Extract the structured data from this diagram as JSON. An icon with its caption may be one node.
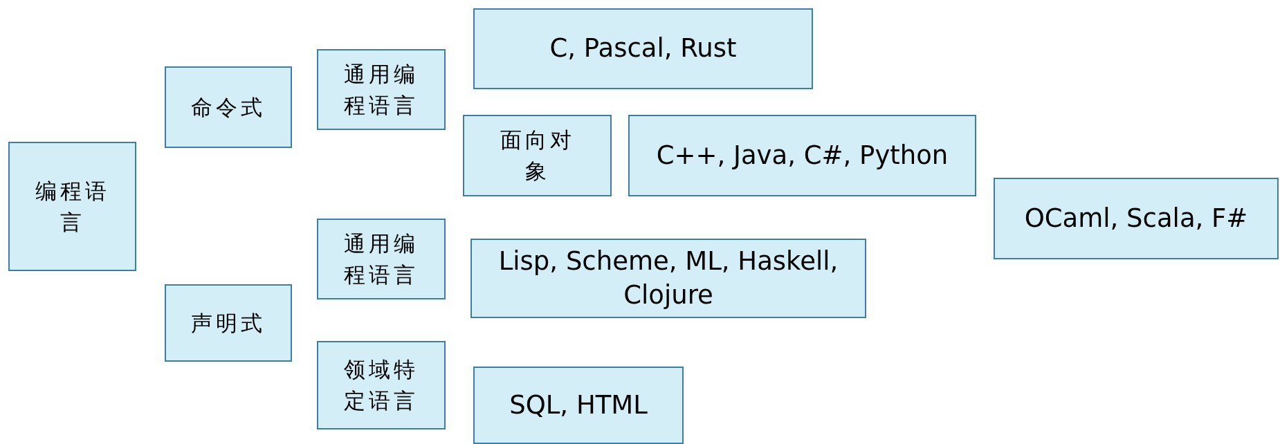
{
  "diagram": {
    "nodes": [
      {
        "text": [
          "编程语言"
        ]
      },
      {
        "text": [
          "命令式"
        ]
      },
      {
        "text": [
          "通用编程语言"
        ]
      },
      {
        "text": [
          "C, Pascal, Rust"
        ]
      },
      {
        "text": [
          "面向对象"
        ]
      },
      {
        "text": [
          "C++, Java, C#, Python"
        ]
      },
      {
        "text": [
          "OCaml, Scala, F#"
        ]
      },
      {
        "text": [
          "声明式"
        ]
      },
      {
        "text": [
          "通用编程语言"
        ]
      },
      {
        "text": [
          "Lisp, Scheme, ML, Haskell, Clojure"
        ]
      },
      {
        "text": [
          "领域特定语言"
        ]
      },
      {
        "text": [
          "SQL, HTML"
        ]
      }
    ]
  }
}
